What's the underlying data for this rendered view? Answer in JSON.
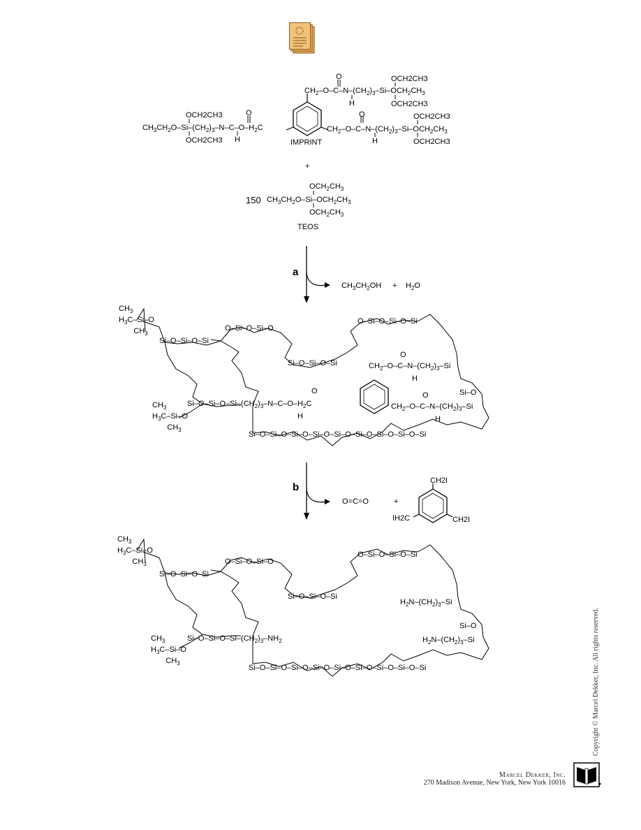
{
  "reaction": {
    "imprint_label": "IMPRINT",
    "plus": "+",
    "teos_coefficient": "150",
    "teos_label": "TEOS",
    "step_a": "a",
    "step_a_byproduct_1": "CH3CH2OH",
    "step_a_plus": "+",
    "step_a_byproduct_2": "H2O",
    "step_b": "b",
    "step_b_byproduct_1": "O=C=O",
    "step_b_plus": "+",
    "step_b_methyl_top": "CH2I",
    "step_b_methyl_left": "IH2C",
    "step_b_methyl_right": "CH2I"
  },
  "imprint": {
    "left_group": "CH3CH2O–Si–(CH2)3–N–C–O–H2C",
    "top_group": "CH2–O–C–N–(CH2)3–Si–OCH2CH3",
    "right_group": "CH2–O–C–N–(CH2)3–Si–OCH2CH3",
    "ethoxy": "OCH2CH3"
  },
  "network_product": {
    "amine_1": "H2N–(CH2)3–Si",
    "amine_2": "H2N–(CH2)3–Si",
    "amine_3": "Si–(CH2)3–NH2"
  },
  "footer": {
    "copyright": "Copyright © Marcel Dekker, Inc. All rights reserved.",
    "publisher_name": "Marcel Dekker, Inc.",
    "publisher_address": "270 Madison Avenue, New York, New York 10016"
  },
  "colors": {
    "icon_fill": "#f2c27a",
    "icon_stroke": "#8a5a1f",
    "ink": "#000000"
  },
  "icons": [
    "document-stack-icon",
    "publisher-logo-icon"
  ]
}
